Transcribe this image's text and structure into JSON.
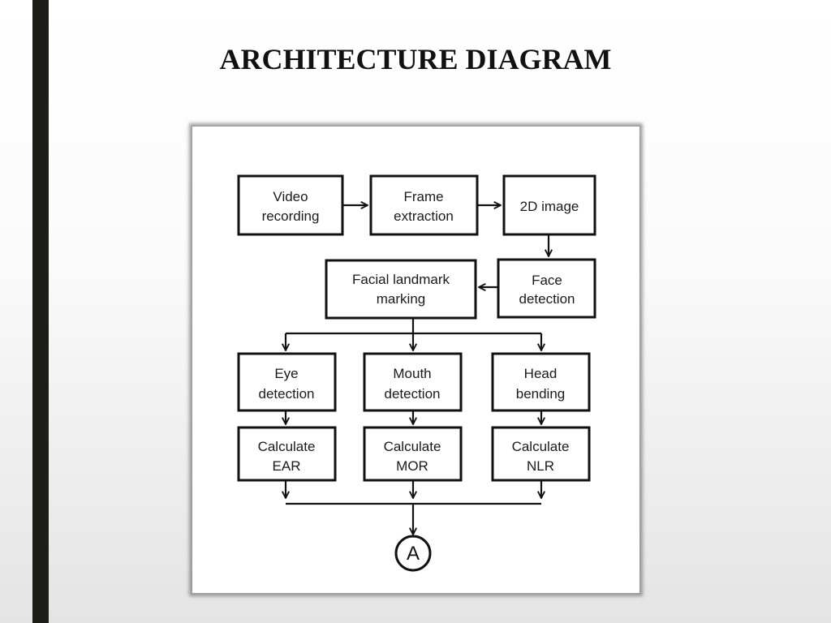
{
  "slide": {
    "title": "ARCHITECTURE DIAGRAM"
  },
  "diagram": {
    "nodes": {
      "video": [
        "Video",
        "recording"
      ],
      "frame": [
        "Frame",
        "extraction"
      ],
      "image2d": [
        "2D image"
      ],
      "face": [
        "Face",
        "detection"
      ],
      "landmark": [
        "Facial landmark",
        "marking"
      ],
      "eye": [
        "Eye",
        "detection"
      ],
      "mouth": [
        "Mouth",
        "detection"
      ],
      "head": [
        "Head",
        "bending"
      ],
      "ear": [
        "Calculate",
        "EAR"
      ],
      "mor": [
        "Calculate",
        "MOR"
      ],
      "nlr": [
        "Calculate",
        "NLR"
      ]
    },
    "connector": "A"
  }
}
